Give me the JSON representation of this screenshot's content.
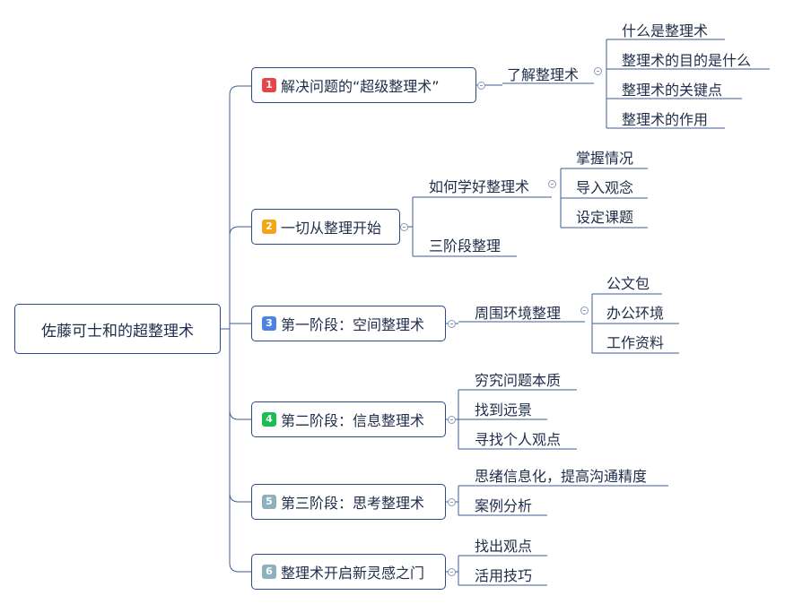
{
  "root": "佐藤可士和的超整理术",
  "branches": [
    {
      "num": "1",
      "color": "#e8454a",
      "label": "解决问题的“超级整理术”",
      "sub": [
        {
          "label": "了解整理术",
          "items": [
            "什么是整理术",
            "整理术的目的是什么",
            "整理术的关键点",
            "整理术的作用"
          ]
        }
      ]
    },
    {
      "num": "2",
      "color": "#f5a511",
      "label": "一切从整理开始",
      "sub": [
        {
          "label": "如何学好整理术",
          "items": [
            "掌握情况",
            "导入观念",
            "设定课题"
          ]
        },
        {
          "label": "三阶段整理"
        }
      ]
    },
    {
      "num": "3",
      "color": "#4b84e3",
      "label": "第一阶段：空间整理术",
      "sub": [
        {
          "label": "周围环境整理",
          "items": [
            "公文包",
            "办公环境",
            "工作资料"
          ]
        }
      ]
    },
    {
      "num": "4",
      "color": "#1cbd53",
      "label": "第二阶段：信息整理术",
      "sub": [
        {
          "label": "穷究问题本质"
        },
        {
          "label": "找到远景"
        },
        {
          "label": "寻找个人观点"
        }
      ]
    },
    {
      "num": "5",
      "color": "#8fb1bd",
      "label": "第三阶段：思考整理术",
      "sub": [
        {
          "label": "思绪信息化，提高沟通精度"
        },
        {
          "label": "案例分析"
        }
      ]
    },
    {
      "num": "6",
      "color": "#8fb1bd",
      "label": "整理术开启新灵感之门",
      "sub": [
        {
          "label": "找出观点"
        },
        {
          "label": "活用技巧"
        }
      ]
    }
  ]
}
